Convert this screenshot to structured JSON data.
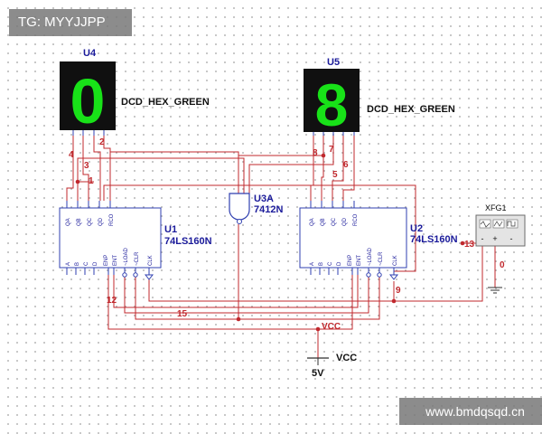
{
  "watermarks": {
    "top_left": "TG: MYYJJPP",
    "bottom_right": "www.bmdqsqd.cn"
  },
  "displays": [
    {
      "ref": "U4",
      "part": "DCD_HEX_GREEN",
      "digit": "0",
      "color": "#18e218"
    },
    {
      "ref": "U5",
      "part": "DCD_HEX_GREEN",
      "digit": "8",
      "color": "#18e218"
    }
  ],
  "counters": [
    {
      "ref": "U1",
      "part": "74LS160N",
      "top_pins": [
        "QA",
        "QB",
        "QC",
        "QD",
        "RCO"
      ],
      "bottom_pins": [
        "A",
        "B",
        "C",
        "D",
        "ENP",
        "ENT",
        "~LOAD",
        "~CLR",
        "CLK"
      ]
    },
    {
      "ref": "U2",
      "part": "74LS160N",
      "top_pins": [
        "QA",
        "QB",
        "QC",
        "QD",
        "RCO"
      ],
      "bottom_pins": [
        "A",
        "B",
        "C",
        "D",
        "ENP",
        "ENT",
        "~LOAD",
        "~CLR",
        "CLK"
      ]
    }
  ],
  "gate": {
    "ref": "U3A",
    "part": "7412N"
  },
  "generator": {
    "ref": "XFG1",
    "terminals": [
      "-",
      "+",
      "-"
    ]
  },
  "nets": {
    "n1": "1",
    "n2": "2",
    "n3": "3",
    "n4": "4",
    "n5": "5",
    "n6": "6",
    "n7": "7",
    "n8": "8",
    "n9": "9",
    "n12": "12",
    "n13": "13",
    "n15": "15",
    "n0": "0"
  },
  "power": {
    "vcc_net": "VCC",
    "vcc_source": "VCC",
    "voltage": "5V"
  }
}
